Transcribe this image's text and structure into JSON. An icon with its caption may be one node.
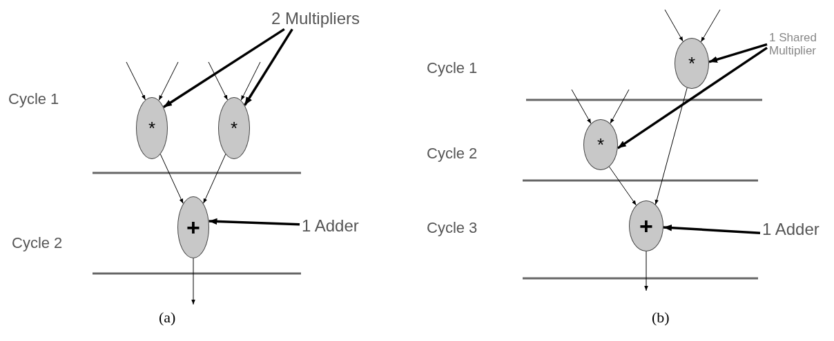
{
  "diagram": {
    "nodes": [
      {
        "text": [
          "*"
        ]
      },
      {
        "text": [
          "*"
        ]
      },
      {
        "text": [
          "+"
        ]
      },
      {
        "text": [
          "2 Multipliers"
        ]
      },
      {
        "text": [
          "1 Adder"
        ]
      },
      {
        "text": [
          "*"
        ]
      },
      {
        "text": [
          "*"
        ]
      },
      {
        "text": [
          "+"
        ]
      },
      {
        "text": [
          "1 Shared Multiplier"
        ]
      },
      {
        "text": [
          "1 Adder"
        ]
      }
    ],
    "edges": [
      {
        "from": null,
        "to": 0,
        "arrow": "to"
      },
      {
        "from": null,
        "to": 0,
        "arrow": "to"
      },
      {
        "from": null,
        "to": 1,
        "arrow": "to"
      },
      {
        "from": null,
        "to": 1,
        "arrow": "to"
      },
      {
        "from": 0,
        "to": 2,
        "arrow": "to"
      },
      {
        "from": 1,
        "to": 2,
        "arrow": "to"
      },
      {
        "from": 2,
        "to": null,
        "arrow": "to"
      },
      {
        "from": 3,
        "to": 0,
        "arrow": "to",
        "style": "thick"
      },
      {
        "from": 3,
        "to": 1,
        "arrow": "to",
        "style": "thick"
      },
      {
        "from": 4,
        "to": 2,
        "arrow": "to",
        "style": "thick"
      },
      {
        "from": null,
        "to": 5,
        "arrow": "to"
      },
      {
        "from": null,
        "to": 5,
        "arrow": "to"
      },
      {
        "from": null,
        "to": 6,
        "arrow": "to"
      },
      {
        "from": null,
        "to": 6,
        "arrow": "to"
      },
      {
        "from": 6,
        "to": 7,
        "arrow": "to"
      },
      {
        "from": 5,
        "to": 7,
        "arrow": "to"
      },
      {
        "from": 7,
        "to": null,
        "arrow": "to"
      },
      {
        "from": 8,
        "to": 5,
        "arrow": "to",
        "style": "thick"
      },
      {
        "from": 8,
        "to": 6,
        "arrow": "to",
        "style": "thick"
      },
      {
        "from": 9,
        "to": 7,
        "arrow": "to",
        "style": "thick"
      }
    ],
    "labels": [
      "Cycle 1",
      "Cycle 2",
      "(a)",
      "Cycle 1",
      "Cycle 2",
      "Cycle 3",
      "(b)"
    ]
  }
}
